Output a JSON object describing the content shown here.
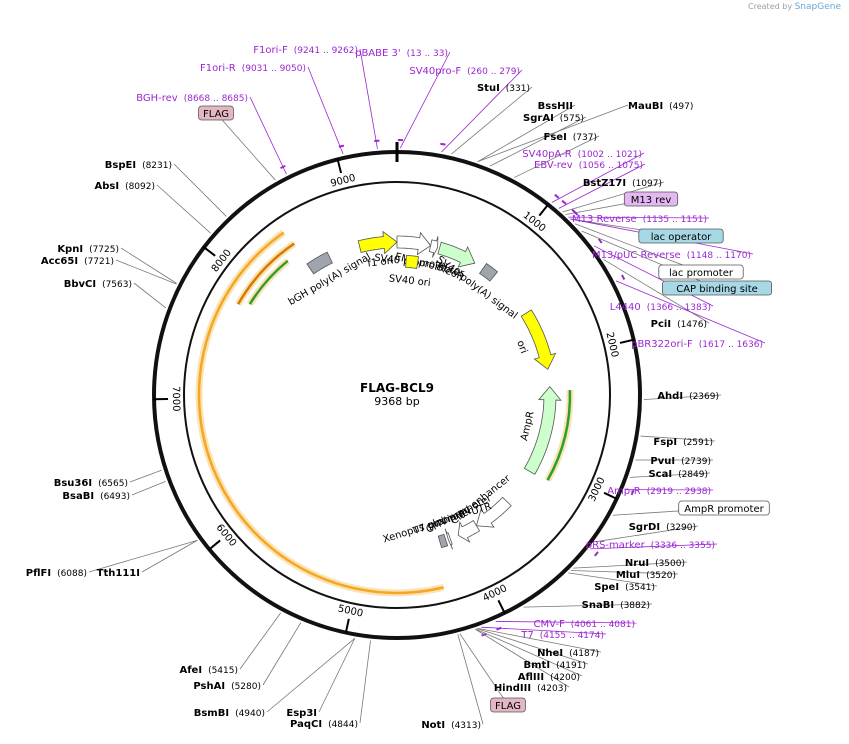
{
  "credit": {
    "prefix": "Created by",
    "brand": "SnapGene"
  },
  "plasmid": {
    "name": "FLAG-BCL9",
    "length": "9368 bp",
    "total_bp": 9368
  },
  "colors": {
    "enzyme": "#000000",
    "primer": "#9b27d1",
    "ring": "#111111"
  },
  "ticks": [
    {
      "label": "1000",
      "bp": 1000
    },
    {
      "label": "2000",
      "bp": 2000
    },
    {
      "label": "3000",
      "bp": 3000
    },
    {
      "label": "4000",
      "bp": 4000
    },
    {
      "label": "5000",
      "bp": 5000
    },
    {
      "label": "6000",
      "bp": 6000
    },
    {
      "label": "7000",
      "bp": 7000
    },
    {
      "label": "8000",
      "bp": 8000
    },
    {
      "label": "9000",
      "bp": 9000
    }
  ],
  "sites": [
    {
      "kind": "primer",
      "name": "F1ori-F",
      "coord": "(9241 .. 9262)",
      "bp": 9250
    },
    {
      "kind": "primer",
      "name": "pBABE 3'",
      "coord": "(13 .. 33)",
      "bp": 20
    },
    {
      "kind": "primer",
      "name": "SV40pro-F",
      "coord": "(260 .. 279)",
      "bp": 270
    },
    {
      "kind": "primer",
      "name": "F1ori-R",
      "coord": "(9031 .. 9050)",
      "bp": 9040
    },
    {
      "kind": "enzyme",
      "name": "StuI",
      "coord": "(331)",
      "bp": 331
    },
    {
      "kind": "enzyme",
      "name": "BssHII",
      "coord": "",
      "bp": 497
    },
    {
      "kind": "enzyme",
      "name": "MauBI",
      "coord": "(497)",
      "bp": 497
    },
    {
      "kind": "enzyme",
      "name": "SgrAI",
      "coord": "(575)",
      "bp": 575
    },
    {
      "kind": "enzyme",
      "name": "FseI",
      "coord": "(737)",
      "bp": 737
    },
    {
      "kind": "primer",
      "name": "BGH-rev",
      "coord": "(8668 .. 8685)",
      "bp": 8676
    },
    {
      "kind": "feature",
      "name": "FLAG",
      "coord": "",
      "bp": 8600
    },
    {
      "kind": "primer",
      "name": "SV40pA-R",
      "coord": "(1002 .. 1021)",
      "bp": 1010
    },
    {
      "kind": "primer",
      "name": "EBV-rev",
      "coord": "(1056 .. 1075)",
      "bp": 1065
    },
    {
      "kind": "enzyme",
      "name": "BstZ17I",
      "coord": "(1097)",
      "bp": 1097
    },
    {
      "kind": "enzyme",
      "name": "BspEI",
      "coord": "(8231)",
      "bp": 8231
    },
    {
      "kind": "enzyme",
      "name": "AbsI",
      "coord": "(8092)",
      "bp": 8092
    },
    {
      "kind": "feature",
      "name": "M13 rev",
      "coord": "",
      "bp": 1120
    },
    {
      "kind": "primer",
      "name": "M13 Reverse",
      "coord": "(1135 .. 1151)",
      "bp": 1143
    },
    {
      "kind": "feature",
      "name": "lac operator",
      "coord": "",
      "bp": 1160
    },
    {
      "kind": "primer",
      "name": "M13/pUC Reverse",
      "coord": "(1148 .. 1170)",
      "bp": 1159
    },
    {
      "kind": "feature",
      "name": "lac promoter",
      "coord": "",
      "bp": 1200
    },
    {
      "kind": "enzyme",
      "name": "KpnI",
      "coord": "(7725)",
      "bp": 7725
    },
    {
      "kind": "enzyme",
      "name": "Acc65I",
      "coord": "(7721)",
      "bp": 7721
    },
    {
      "kind": "feature",
      "name": "CAP binding site",
      "coord": "",
      "bp": 1260
    },
    {
      "kind": "enzyme",
      "name": "BbvCI",
      "coord": "(7563)",
      "bp": 7563
    },
    {
      "kind": "primer",
      "name": "L4440",
      "coord": "(1366 .. 1383)",
      "bp": 1375
    },
    {
      "kind": "enzyme",
      "name": "PciI",
      "coord": "(1476)",
      "bp": 1476
    },
    {
      "kind": "primer",
      "name": "pBR322ori-F",
      "coord": "(1617 .. 1636)",
      "bp": 1626
    },
    {
      "kind": "enzyme",
      "name": "AhdI",
      "coord": "(2369)",
      "bp": 2369
    },
    {
      "kind": "enzyme",
      "name": "FspI",
      "coord": "(2591)",
      "bp": 2591
    },
    {
      "kind": "enzyme",
      "name": "PvuI",
      "coord": "(2739)",
      "bp": 2739
    },
    {
      "kind": "enzyme",
      "name": "ScaI",
      "coord": "(2849)",
      "bp": 2849
    },
    {
      "kind": "primer",
      "name": "Amp-R",
      "coord": "(2919 .. 2938)",
      "bp": 2928
    },
    {
      "kind": "feature",
      "name": "AmpR promoter",
      "coord": "",
      "bp": 3100
    },
    {
      "kind": "enzyme",
      "name": "Bsu36I",
      "coord": "(6565)",
      "bp": 6565
    },
    {
      "kind": "enzyme",
      "name": "BsaBI",
      "coord": "(6493)",
      "bp": 6493
    },
    {
      "kind": "enzyme",
      "name": "SgrDI",
      "coord": "(3290)",
      "bp": 3290
    },
    {
      "kind": "primer",
      "name": "pRS-marker",
      "coord": "(3336 .. 3355)",
      "bp": 3345
    },
    {
      "kind": "enzyme",
      "name": "NruI",
      "coord": "(3500)",
      "bp": 3500
    },
    {
      "kind": "enzyme",
      "name": "MluI",
      "coord": "(3520)",
      "bp": 3520
    },
    {
      "kind": "enzyme",
      "name": "SpeI",
      "coord": "(3541)",
      "bp": 3541
    },
    {
      "kind": "enzyme",
      "name": "PflFI",
      "coord": "(6088)",
      "bp": 6088
    },
    {
      "kind": "enzyme",
      "name": "Tth111I",
      "coord": "",
      "bp": 6088
    },
    {
      "kind": "enzyme",
      "name": "SnaBI",
      "coord": "(3882)",
      "bp": 3882
    },
    {
      "kind": "primer",
      "name": "CMV-F",
      "coord": "(4061 .. 4081)",
      "bp": 4071
    },
    {
      "kind": "primer",
      "name": "T7",
      "coord": "(4155 .. 4174)",
      "bp": 4165
    },
    {
      "kind": "enzyme",
      "name": "NheI",
      "coord": "(4187)",
      "bp": 4187
    },
    {
      "kind": "enzyme",
      "name": "BmtI",
      "coord": "(4191)",
      "bp": 4191
    },
    {
      "kind": "enzyme",
      "name": "AflIII",
      "coord": "(4200)",
      "bp": 4200
    },
    {
      "kind": "enzyme",
      "name": "AfeI",
      "coord": "(5415)",
      "bp": 5415
    },
    {
      "kind": "enzyme",
      "name": "PshAI",
      "coord": "(5280)",
      "bp": 5280
    },
    {
      "kind": "enzyme",
      "name": "HindIII",
      "coord": "(4203)",
      "bp": 4203
    },
    {
      "kind": "feature",
      "name": "FLAG",
      "coord": "",
      "bp": 4300
    },
    {
      "kind": "enzyme",
      "name": "BsmBI",
      "coord": "(4940)",
      "bp": 4940
    },
    {
      "kind": "enzyme",
      "name": "Esp3I",
      "coord": "",
      "bp": 4940
    },
    {
      "kind": "enzyme",
      "name": "PaqCI",
      "coord": "(4844)",
      "bp": 4844
    },
    {
      "kind": "enzyme",
      "name": "NotI",
      "coord": "(4313)",
      "bp": 4313
    }
  ],
  "features": [
    {
      "name": "f1 ori",
      "start": 9000,
      "end": 9368,
      "strand": 1,
      "color": "#ffff00"
    },
    {
      "name": "SV40 promoter",
      "start": 0,
      "end": 330,
      "strand": 1,
      "color": "#ffffff"
    },
    {
      "name": "EM7 promoter",
      "start": 330,
      "end": 400,
      "strand": 1,
      "color": "#ffffff"
    },
    {
      "name": "BleoR",
      "start": 420,
      "end": 795,
      "strand": 1,
      "color": "#ccffcc"
    },
    {
      "name": "SV40 ori",
      "start": 100,
      "end": 230,
      "strand": 0,
      "color": "#ffff00"
    },
    {
      "name": "SV40 poly(A) signal",
      "start": 890,
      "end": 1020,
      "strand": 0,
      "color": "#a0a4ad"
    },
    {
      "name": "bGH poly(A) signal",
      "start": 8470,
      "end": 8690,
      "strand": 0,
      "color": "#a0a4ad"
    },
    {
      "name": "ori",
      "start": 1500,
      "end": 2090,
      "strand": 1,
      "color": "#ffff00"
    },
    {
      "name": "AmpR",
      "start": 2260,
      "end": 3120,
      "strand": -1,
      "color": "#ccffcc"
    },
    {
      "name": "CMV enhancer",
      "start": 3490,
      "end": 3870,
      "strand": 1,
      "color": "#ffffff"
    },
    {
      "name": "CMV promoter",
      "start": 3870,
      "end": 4070,
      "strand": 1,
      "color": "#ffffff"
    },
    {
      "name": "T7 promoter",
      "start": 4155,
      "end": 4175,
      "strand": 1,
      "color": "#ffffff"
    },
    {
      "name": "Xenopus globin 5'-UTR",
      "start": 4200,
      "end": 4260,
      "strand": 0,
      "color": "#a0a4ad"
    }
  ],
  "orfs": [
    {
      "start": 4330,
      "end": 8460,
      "color": "#f5a623"
    },
    {
      "start": 7800,
      "end": 8480,
      "color": "#d97a00"
    },
    {
      "start": 7850,
      "end": 8350,
      "color": "#2e9e2e"
    },
    {
      "start": 2300,
      "end": 3110,
      "color": "#2e9e2e"
    }
  ],
  "layout_notes": "feature labels printed on the map"
}
